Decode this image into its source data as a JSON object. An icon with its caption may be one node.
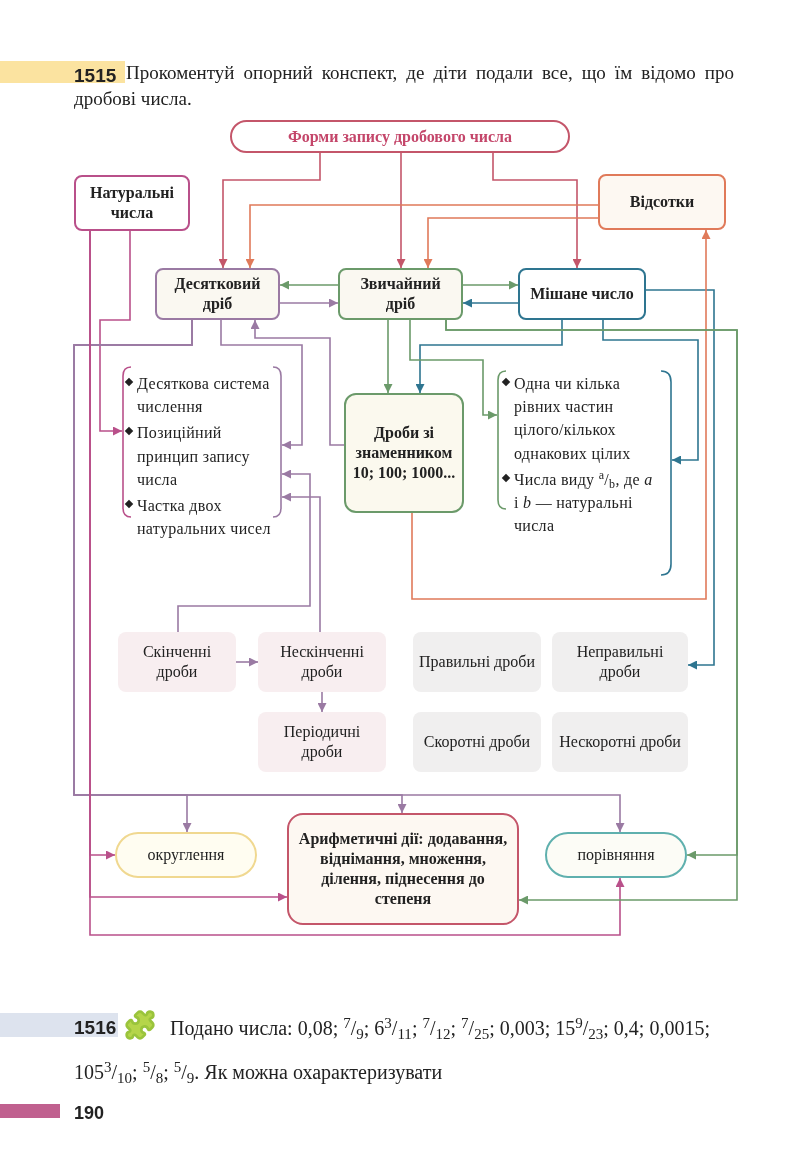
{
  "diagram": {
    "nodes": [
      {
        "text": [
          "Форми запису дробового числа"
        ]
      },
      {
        "text": [
          "Натуральні числа"
        ]
      },
      {
        "text": [
          "Відсотки"
        ]
      },
      {
        "text": [
          "Десятковий дріб"
        ]
      },
      {
        "text": [
          "Звичайний дріб"
        ]
      },
      {
        "text": [
          "Мішане число"
        ]
      },
      {
        "text": [
          "Десяткова система числення",
          "Позиційний принцип запису числа",
          "Частка двох натуральних чисел"
        ]
      },
      {
        "text": [
          "Дроби зі знаменником 10; 100; 1000..."
        ]
      },
      {
        "text": [
          "Одна чи кілька рівних частин цілого/кількох однакових цілих",
          "Числа виду $^{a}$/$_{b}$, де *a* і *b* — натуральні числа"
        ]
      },
      {
        "text": [
          "Скінченні дроби"
        ]
      },
      {
        "text": [
          "Нескінченні дроби"
        ]
      },
      {
        "text": [
          "Правильні дроби"
        ]
      },
      {
        "text": [
          "Неправильні дроби"
        ]
      },
      {
        "text": [
          "Періодичні дроби"
        ]
      },
      {
        "text": [
          "Скоротні дроби"
        ]
      },
      {
        "text": [
          "Нескоротні дроби"
        ]
      },
      {
        "text": [
          "округлення"
        ]
      },
      {
        "text": [
          "Арифметичні дії: додавання, віднімання, множення, ділення, піднесення до степеня"
        ]
      },
      {
        "text": [
          "порівняння"
        ]
      }
    ],
    "edges": [
      {
        "from": 0,
        "to": 3,
        "arrow": "to",
        "color": "#c4566a"
      },
      {
        "from": 0,
        "to": 4,
        "arrow": "to",
        "color": "#c4566a"
      },
      {
        "from": 0,
        "to": 5,
        "arrow": "to",
        "color": "#c4566a"
      },
      {
        "from": 2,
        "to": 3,
        "arrow": "to",
        "color": "#e07a5a"
      },
      {
        "from": 2,
        "to": 4,
        "arrow": "to",
        "color": "#e07a5a"
      },
      {
        "from": 4,
        "to": 3,
        "arrow": "to",
        "color": "#6b9a6a"
      },
      {
        "from": 3,
        "to": 4,
        "arrow": "to"
      },
      {
        "from": 4,
        "to": 5,
        "arrow": "to",
        "color": "#6b9a6a"
      },
      {
        "from": 5,
        "to": 4,
        "arrow": "to",
        "color": "#2e7590"
      },
      {
        "from": 1,
        "to": 6,
        "arrow": "to",
        "color": "#b9508a"
      },
      {
        "from": 3,
        "to": 6,
        "arrow": "to"
      },
      {
        "from": 7,
        "to": 3,
        "arrow": "to"
      },
      {
        "from": 9,
        "to": 6,
        "arrow": "to"
      },
      {
        "from": 10,
        "to": 6,
        "arrow": "to"
      },
      {
        "from": 9,
        "to": 10,
        "arrow": "to"
      },
      {
        "from": 10,
        "to": 13,
        "arrow": "to"
      },
      {
        "from": 4,
        "to": 7,
        "arrow": "to",
        "color": "#6b9a6a"
      },
      {
        "from": 5,
        "to": 7,
        "arrow": "to",
        "color": "#2e7590"
      },
      {
        "from": 4,
        "to": 8,
        "arrow": "to",
        "color": "#6b9a6a"
      },
      {
        "from": 5,
        "to": 8,
        "arrow": "to",
        "color": "#2e7590"
      },
      {
        "from": 5,
        "to": 12,
        "arrow": "to",
        "color": "#2e7590"
      },
      {
        "from": 7,
        "to": 2,
        "arrow": "to",
        "color": "#e07a5a"
      },
      {
        "from": 3,
        "to": 16,
        "arrow": "to"
      },
      {
        "from": 3,
        "to": 17,
        "arrow": "to"
      },
      {
        "from": 3,
        "to": 18,
        "arrow": "to"
      },
      {
        "from": 1,
        "to": 16,
        "arrow": "to",
        "color": "#b9508a"
      },
      {
        "from": 1,
        "to": 17,
        "arrow": "to",
        "color": "#b9508a"
      },
      {
        "from": 1,
        "to": 18,
        "arrow": "to",
        "color": "#b9508a"
      },
      {
        "from": 4,
        "to": 18,
        "arrow": "to",
        "color": "#6b9a6a"
      },
      {
        "from": 4,
        "to": 17,
        "arrow": "to",
        "color": "#6b9a6a"
      }
    ],
    "labels": [
      "1515",
      "Прокоментуй опорний конспект, де діти подали все, що їм відомо про дробові числа.",
      "1516",
      "Подано числа: 0,08; $^{7}$/$_{9}$; 6$^{3}$/$_{11}$; $^{7}$/$_{12}$; $^{7}$/$_{25}$; 0,003; 15$^{9}$/$_{23}$; 0,4; 0,0015; 105$^{3}$/$_{10}$; $^{5}$/$_{8}$; $^{5}$/$_{9}$. Як можна охарактеризувати",
      "190"
    ]
  }
}
